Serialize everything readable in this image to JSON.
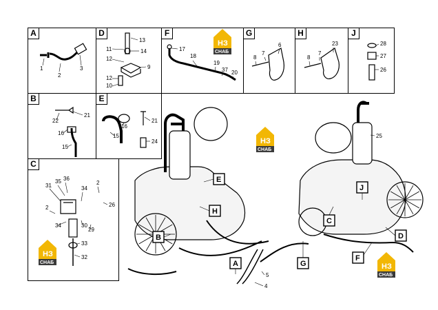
{
  "panels": [
    {
      "id": "A",
      "labels": [
        "1",
        "2",
        "3"
      ]
    },
    {
      "id": "D",
      "labels": [
        "13",
        "11",
        "14",
        "12",
        "9",
        "12",
        "10"
      ]
    },
    {
      "id": "F",
      "labels": [
        "17",
        "18",
        "19",
        "37",
        "20"
      ]
    },
    {
      "id": "G",
      "labels": [
        "6",
        "7",
        "8"
      ]
    },
    {
      "id": "H",
      "labels": [
        "23",
        "7",
        "8"
      ]
    },
    {
      "id": "J",
      "labels": [
        "28",
        "27",
        "26"
      ]
    },
    {
      "id": "B",
      "labels": [
        "21",
        "22",
        "16",
        "15"
      ]
    },
    {
      "id": "E",
      "labels": [
        "21",
        "16",
        "15",
        "24"
      ]
    },
    {
      "id": "C",
      "labels": [
        "35",
        "36",
        "31",
        "34",
        "2",
        "26",
        "2",
        "34",
        "30",
        "29",
        "33",
        "32"
      ]
    }
  ],
  "main_callouts": [
    "E",
    "H",
    "B",
    "A",
    "G",
    "F",
    "D",
    "C",
    "J"
  ],
  "main_numbers": {
    "n25": "25",
    "n4": "4",
    "n5": "5"
  },
  "logo": {
    "text": "СНАБ",
    "mark": "НЗ"
  },
  "colors": {
    "logo_yellow": "#f2b705",
    "logo_dark": "#3a3a3a"
  }
}
